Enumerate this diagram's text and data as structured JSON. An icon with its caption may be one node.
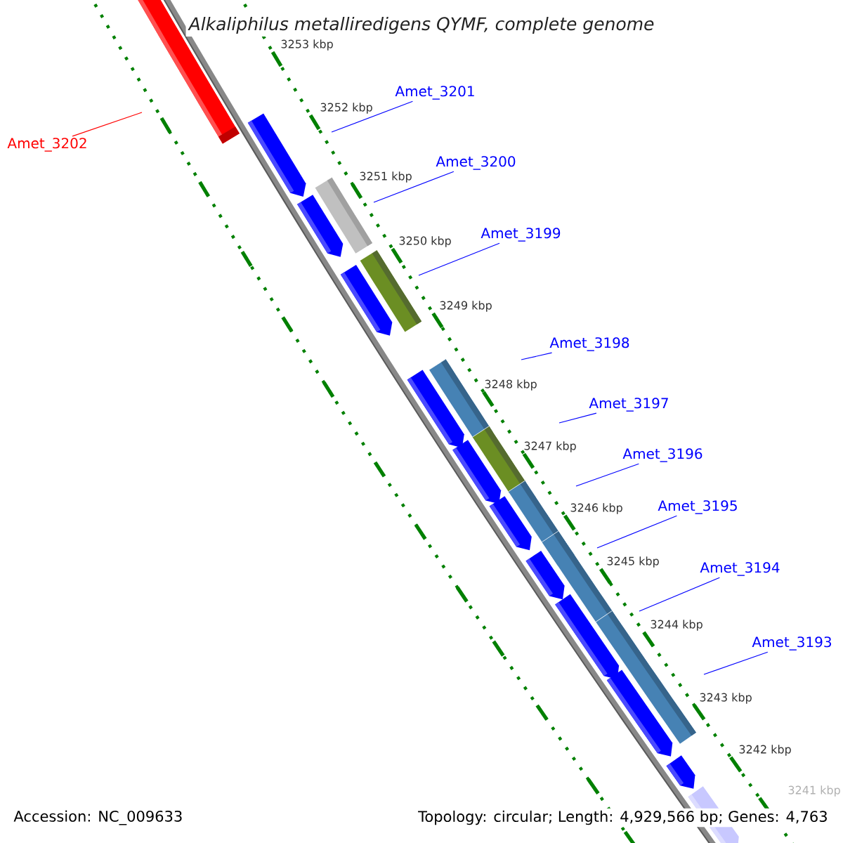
{
  "diagram": {
    "title": "Alkaliphilus metalliredigens QYMF, complete genome",
    "nodes": [
      {
        "text": [
          "Amet_3202"
        ]
      },
      {
        "text": [
          "Amet_3201"
        ]
      },
      {
        "text": [
          "Amet_3200"
        ]
      },
      {
        "text": [
          "Amet_3199"
        ]
      },
      {
        "text": [
          "Amet_3198"
        ]
      },
      {
        "text": [
          "Amet_3197"
        ]
      },
      {
        "text": [
          "Amet_3196"
        ]
      },
      {
        "text": [
          "Amet_3195"
        ]
      },
      {
        "text": [
          "Amet_3194"
        ]
      },
      {
        "text": [
          "Amet_3193"
        ]
      }
    ],
    "edges": [
      {
        "from": 0,
        "to": null,
        "arrow": "none",
        "color": "#ff0000"
      },
      {
        "from": 1,
        "to": null,
        "arrow": "none"
      },
      {
        "from": 2,
        "to": null,
        "arrow": "none"
      },
      {
        "from": 3,
        "to": null,
        "arrow": "none"
      },
      {
        "from": 4,
        "to": null,
        "arrow": "none"
      },
      {
        "from": 5,
        "to": null,
        "arrow": "none"
      },
      {
        "from": 6,
        "to": null,
        "arrow": "none"
      },
      {
        "from": 7,
        "to": null,
        "arrow": "none"
      },
      {
        "from": 8,
        "to": null,
        "arrow": "none"
      },
      {
        "from": 9,
        "to": null,
        "arrow": "none"
      }
    ],
    "labels": [
      "3253 kbp",
      "3252 kbp",
      "3251 kbp",
      "3250 kbp",
      "3249 kbp",
      "3248 kbp",
      "3247 kbp",
      "3246 kbp",
      "3245 kbp",
      "3244 kbp",
      "3243 kbp",
      "3242 kbp",
      "3241 kbp",
      "Accession: NC_009633",
      "Topology: circular; Length: 4,929,566 bp; Genes: 4,763"
    ]
  }
}
